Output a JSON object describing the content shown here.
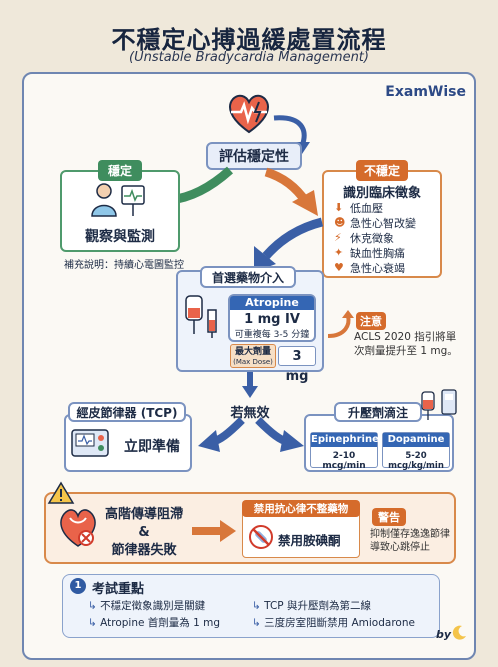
{
  "title": "不穩定心搏過緩處置流程",
  "subtitle": "(Unstable Bradycardia Management)",
  "brand": "ExamWise",
  "assess": "評估穩定性",
  "stable": {
    "tag": "穩定",
    "action": "觀察與監測",
    "note": "補充說明：持續心電圖監控"
  },
  "unstable": {
    "tag": "不穩定",
    "heading": "識別臨床徵象",
    "signs": [
      "低血壓",
      "急性心智改變",
      "休克徵象",
      "缺血性胸痛",
      "急性心衰竭"
    ]
  },
  "drug": {
    "heading": "首選藥物介入",
    "name": "Atropine",
    "dose": "1 mg IV",
    "repeat": "可重複每 3-5 分鐘",
    "max_label": "最大劑量",
    "max_label_en": "(Max Dose)",
    "max_value": "3 mg"
  },
  "caution": {
    "tag": "注意",
    "text": "ACLS 2020 指引將單次劑量提升至 1 mg。"
  },
  "ineffective": "若無效",
  "tcp": {
    "heading": "經皮節律器 (TCP)",
    "action": "立即準備"
  },
  "pressor": {
    "heading": "升壓劑滴注",
    "epi_name": "Epinephrine",
    "epi_dose": "2-10 mcg/min",
    "dopa_name": "Dopamine",
    "dopa_dose": "5-20 mcg/kg/min"
  },
  "high_block": {
    "line1": "高階傳導阻滯",
    "amp": "&",
    "line2": "節律器失敗",
    "banned_tag": "禁用抗心律不整藥物",
    "banned_drug": "禁用胺碘酮",
    "warning_tag": "警告",
    "warning_text": "抑制僅存逸逸節律導致心跳停止"
  },
  "key_points": {
    "number": "1",
    "heading": "考試重點",
    "items": [
      "不穩定徵象識別是關鍵",
      "TCP 與升壓劑為第二線",
      "Atropine 首劑量為 1 mg",
      "三度房室阻斷禁用 Amiodarone"
    ]
  },
  "signature": "by"
}
